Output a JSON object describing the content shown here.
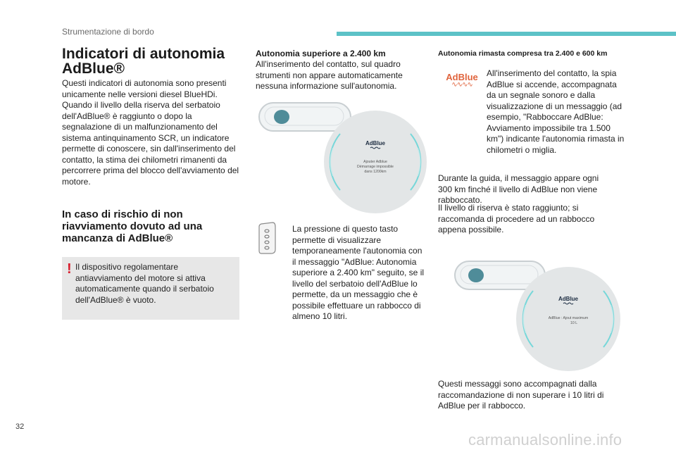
{
  "header": {
    "section_title": "Strumentazione di bordo",
    "accent_color": "#5cc2c7"
  },
  "page_number": "32",
  "watermark": "carmanualsonline.info",
  "main_title": "Indicatori di autonomia AdBlue®",
  "intro_text": "Questi indicatori di autonomia sono presenti unicamente nelle versioni diesel BlueHDi. Quando il livello della riserva del serbatoio dell'AdBlue® è raggiunto o dopo la segnalazione di un malfunzionamento del sistema antinquinamento SCR, un indicatore permette di conoscere, sin dall'inserimento del contatto, la stima dei chilometri rimanenti da percorrere prima del blocco dell'avviamento del motore.",
  "risk_section": {
    "title": "In caso di rischio di non riavviamento dovuto ad una mancanza di AdBlue®",
    "warning_mark": "!",
    "warning_text": "Il dispositivo regolamentare antiavviamento del motore si attiva automaticamente quando il serbatoio dell'AdBlue® è vuoto."
  },
  "column2": {
    "heading": "Autonomia superiore a 2.400 km",
    "text": "All'inserimento del contatto, sul quadro strumenti non appare automaticamente nessuna informazione sull'autonomia.",
    "display": {
      "logo": "AdBlue",
      "line1": "Ajouter Adblue",
      "line2": "Démarrage impossible",
      "line3": "dans 1200km"
    },
    "button_icon": "instrument-stalk-button-icon",
    "button_text": "La pressione di questo tasto permette di visualizzare temporaneamente l'autonomia con il messaggio \"AdBlue: Autonomia superiore a 2.400 km\" seguito, se il livello del serbatoio dell'AdBlue lo permette, da un messaggio che è possibile effettuare un rabbocco di almeno 10 litri."
  },
  "column3": {
    "heading": "Autonomia rimasta compresa tra 2.400 e 600 km",
    "lamp_label": "AdBlue",
    "lamp_color": "#e0643d",
    "lamp_text": "All'inserimento del contatto, la spia AdBlue si accende, accompagnata da un segnale sonoro e dalla visualizzazione di un messaggio (ad esempio, \"Rabboccare AdBlue: Avviamento impossibile tra 1.500 km\") indicante l'autonomia rimasta in chilometri o miglia.",
    "para1": "Durante la guida, il messaggio appare ogni 300 km finché il livello di AdBlue non viene rabboccato.",
    "para2": "Il livello di riserva è stato raggiunto; si raccomanda di procedere ad un rabbocco appena possibile.",
    "display": {
      "logo": "AdBlue",
      "line1": "AdBlue : Ajout maximum",
      "line2": "10 L"
    },
    "para3": "Questi messaggi sono accompagnati dalla raccomandazione di non superare i 10 litri di AdBlue per il rabbocco."
  }
}
